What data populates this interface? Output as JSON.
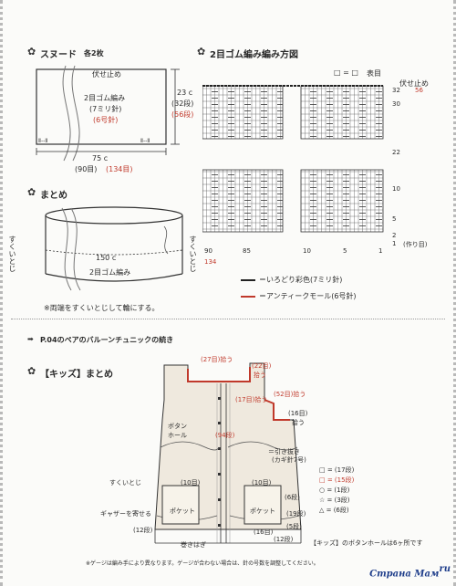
{
  "snood": {
    "title": "スヌード",
    "count": "各2枚",
    "bind_off": "伏せ止め",
    "rib_label": "2目ゴム編み",
    "needle_7": "(7ミリ針)",
    "needle_6": "(6号針)",
    "height_cm": "23 c",
    "height_rows": "(32段)",
    "height_rows_red": "(56段)",
    "width_cm": "75 c",
    "width_sts": "(90目)",
    "width_sts_red": "(134目)"
  },
  "assembly": {
    "title": "まとめ",
    "graft_left": "すくいとじ",
    "graft_right": "すくいとじ",
    "circumference": "150 c",
    "rib_label": "2目ゴム編み",
    "note": "※両端をすくいとじして輪にする。"
  },
  "chart": {
    "title": "2目ゴム編み編み方図",
    "legend_symbols": "□ = □",
    "legend_front": "表目",
    "bind_off": "伏せ止め",
    "row_32": "32",
    "row_56_red": "56",
    "row_labels": [
      "30",
      "22",
      "10",
      "5",
      "2",
      "1"
    ],
    "cast_on": "(作り目)",
    "col_labels": [
      "90",
      "85",
      "10",
      "5",
      "1"
    ],
    "col_134_red": "134"
  },
  "yarn_legend": {
    "black_line": "＝いろどり彩色(7ミリ針)",
    "red_line": "＝アンティークモール(6号針)"
  },
  "continuation": {
    "label": "P.04のペアのバルーンチュニックの続き"
  },
  "kids": {
    "title": "【キッズ】まとめ",
    "pick_27": "(27目)拾う",
    "pick_22": "(22目)",
    "pick_22b": "拾う",
    "pick_17": "(17目)拾う",
    "pick_52": "(52目)拾う",
    "pick_16": "(16目)",
    "pick_16b": "拾う",
    "button_hole": "ボタン",
    "button_hole2": "ホール",
    "sts_94_red": "(94段)",
    "pull_through": "＝引き抜き",
    "pull_through2": "(カギ針7号)",
    "graft": "すくいとじ",
    "st_10_left": "(10目)",
    "st_10_right": "(10目)",
    "pocket_left": "ポケット",
    "pocket_right": "ポケット",
    "gather": "ギャザーを寄せる",
    "rows_12_left": "(12段)",
    "rows_12_right": "(12段)",
    "rows_6": "(6段)",
    "rows_19": "(19段)",
    "rows_5": "(5段)",
    "st_16_bottom": "(16目)",
    "wrap_sew": "巻きはぎ",
    "legend_17": "□ = (17段)",
    "legend_15_red": "□ = (15段)",
    "legend_1": "○ = (1段)",
    "legend_3": "☆ = (3段)",
    "legend_6": "△ = (6段)",
    "button_note": "【キッズ】のボタンホールは6ヶ所です",
    "footnote": "※ゲージは編み手により異なります。ゲージが合わない場合は、針の号数を調整してください。"
  },
  "watermark": {
    "text": "Страна Мам",
    "sub": "ru"
  }
}
